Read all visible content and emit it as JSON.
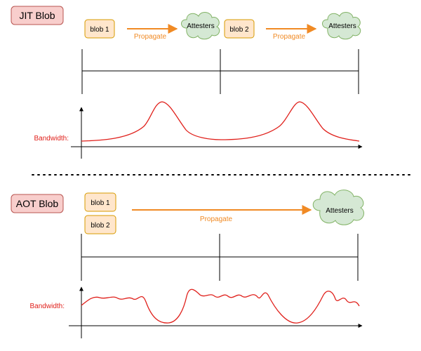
{
  "jit": {
    "section_label": "JIT Blob",
    "blob1": "blob 1",
    "blob2": "blob 2",
    "propagate1": "Propagate",
    "propagate2": "Propagate",
    "attesters1": "Attesters",
    "attesters2": "Attesters",
    "bandwidth_label": "Bandwidth:"
  },
  "aot": {
    "section_label": "AOT Blob",
    "blob1": "blob 1",
    "blob2": "blob 2",
    "propagate": "Propagate",
    "attesters": "Attesters",
    "bandwidth_label": "Bandwidth:"
  },
  "colors": {
    "label_fill": "#f8cecc",
    "label_stroke": "#b85450",
    "blob_fill": "#ffe6cc",
    "blob_stroke": "#d79b00",
    "cloud_fill": "#d5e8d4",
    "cloud_stroke": "#82b366",
    "arrow": "#f08a24",
    "curve": "#e0201b"
  }
}
